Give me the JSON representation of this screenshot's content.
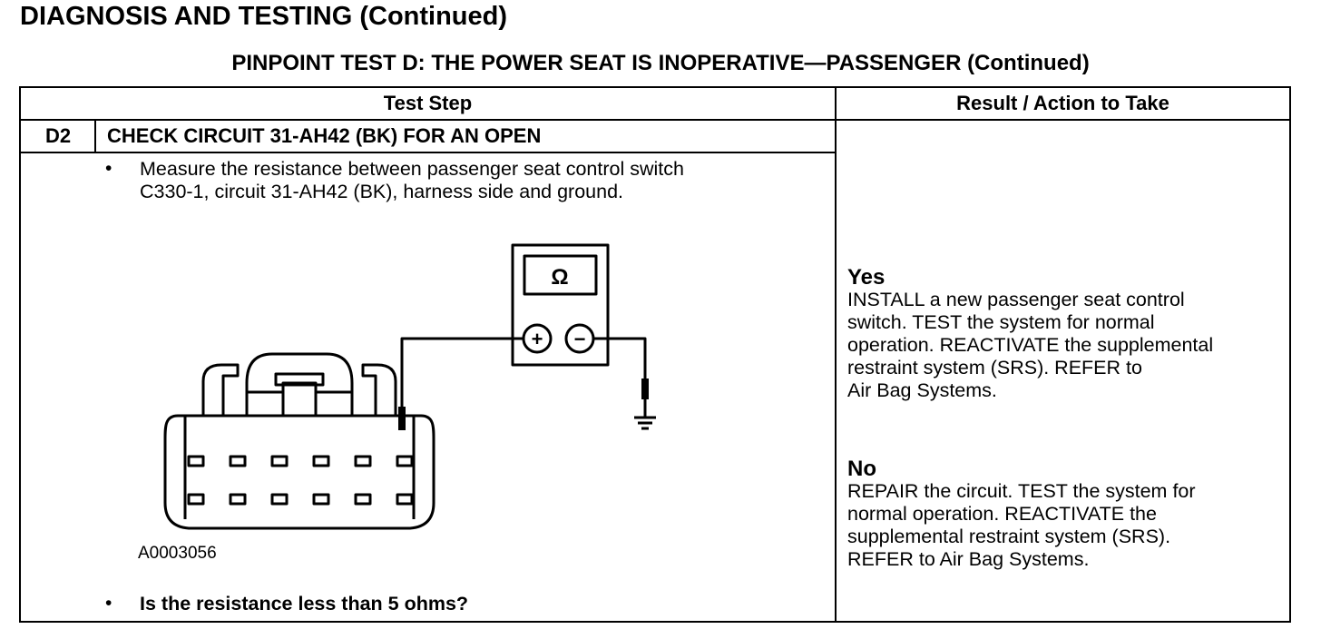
{
  "page": {
    "main_title": "DIAGNOSIS AND TESTING (Continued)",
    "test_title": "PINPOINT TEST D: THE POWER SEAT IS INOPERATIVE—PASSENGER (Continued)"
  },
  "table": {
    "header_step": "Test Step",
    "header_result": "Result / Action to Take",
    "step_id": "D2",
    "step_title": "CHECK CIRCUIT 31-AH42 (BK) FOR AN OPEN",
    "bullet_glyph": "•",
    "instruction": "Measure the resistance between passenger seat control switch\nC330-1, circuit 31-AH42 (BK), harness side and ground.",
    "figure_id": "A0003056",
    "question": "Is the resistance less than 5 ohms?"
  },
  "diagram": {
    "meter_symbol": "Ω",
    "plus_symbol": "+",
    "minus_symbol": "−"
  },
  "results": {
    "yes_label": "Yes",
    "yes_action": "INSTALL a new passenger seat control\nswitch. TEST the system for normal\noperation. REACTIVATE the supplemental\nrestraint system (SRS). REFER to\nAir Bag Systems.",
    "no_label": "No",
    "no_action": "REPAIR the circuit. TEST the system for\nnormal operation. REACTIVATE the\nsupplemental restraint system (SRS).\nREFER to Air Bag Systems."
  }
}
